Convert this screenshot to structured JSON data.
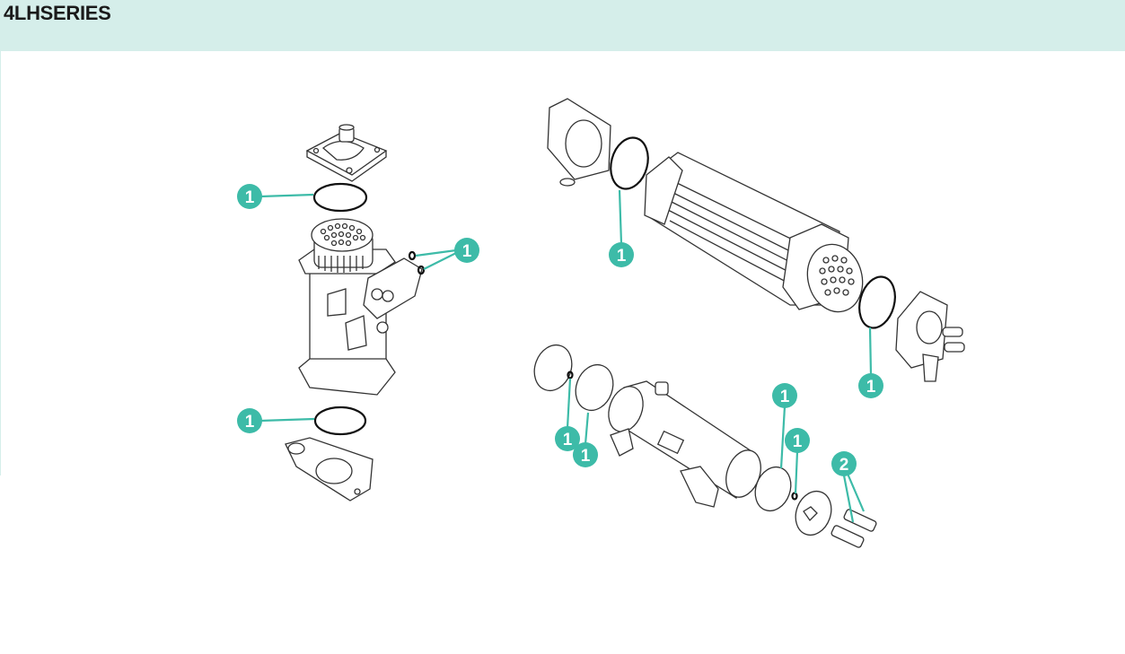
{
  "header": {
    "title": "4LHSERIES"
  },
  "colors": {
    "header_bg": "#d5eeea",
    "callout": "#3dbba8"
  },
  "callouts": [
    {
      "label": "1"
    },
    {
      "label": "1"
    },
    {
      "label": "1"
    },
    {
      "label": "1"
    },
    {
      "label": "1"
    },
    {
      "label": "1"
    },
    {
      "label": "1"
    },
    {
      "label": "1"
    },
    {
      "label": "1"
    },
    {
      "label": "2"
    }
  ]
}
